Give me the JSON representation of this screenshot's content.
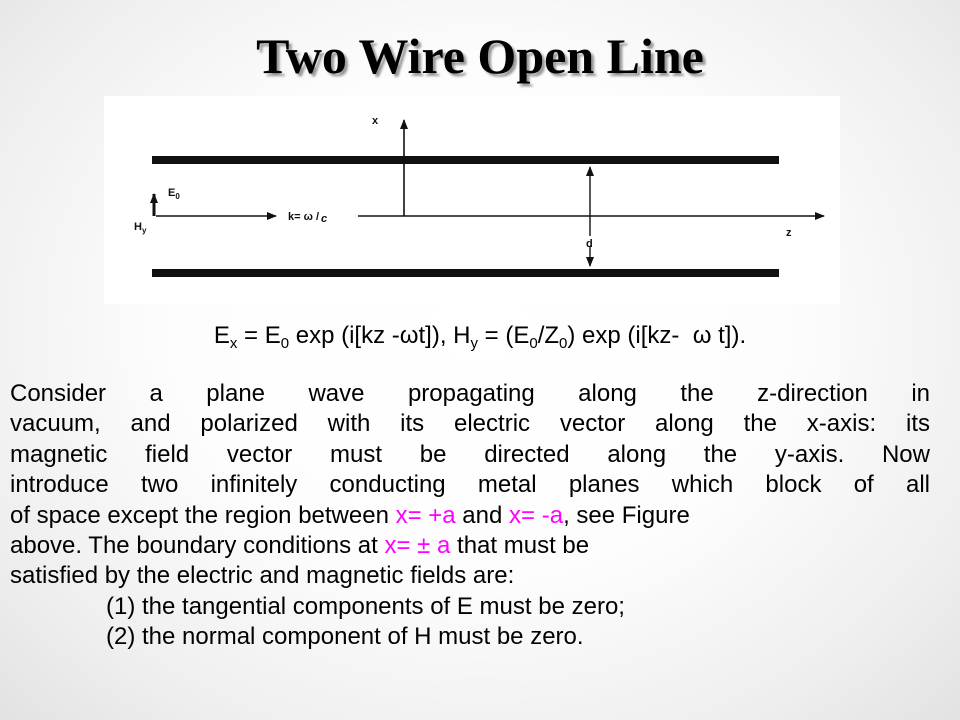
{
  "title": "Two Wire Open Line",
  "figure": {
    "labels": {
      "x_axis": "x",
      "z_axis": "z",
      "e_field": "E",
      "e_field_sub": "0",
      "h_field": "H",
      "h_field_sub": "y",
      "wave_vector": "k= ω /",
      "wave_vector_c": "c",
      "separation": "d"
    }
  },
  "equation": {
    "ex_var": "E",
    "ex_sub": "x",
    "ex_eq": " = E",
    "ex_e_sub": "0",
    "ex_exp": " exp (i[kz -ωt]), H",
    "hy_sub": "y",
    "hy_eq": " = (E",
    "hy_e_sub": "0",
    "hy_slash": "/Z",
    "hy_z_sub": "0",
    "hy_exp": ") exp (i[kz-  ω t])."
  },
  "paragraph": {
    "l1": "Consider a plane wave propagating along the z-direction in",
    "l2": "vacuum, and polarized with its electric vector along the x-axis: its",
    "l3": "magnetic field vector must be directed along the y-axis. Now",
    "l4": "introduce two infinitely conducting metal planes which block of all",
    "l5_a": "of space except the region between ",
    "l5_hl1": "x= +a",
    "l5_b": " and ",
    "l5_hl2": "x= -a",
    "l5_c": ", see Figure",
    "l6_a": "above. The boundary conditions at ",
    "l6_hl": "x= ± a",
    "l6_b": "  that must be",
    "l7": "satisfied by the electric and magnetic fields are:"
  },
  "conditions": [
    "(1) the tangential components of E must be zero;",
    "(2) the normal component of H must be zero."
  ],
  "colors": {
    "highlight": "#ff00ff",
    "text": "#000000",
    "figure_lines": "#111111"
  }
}
